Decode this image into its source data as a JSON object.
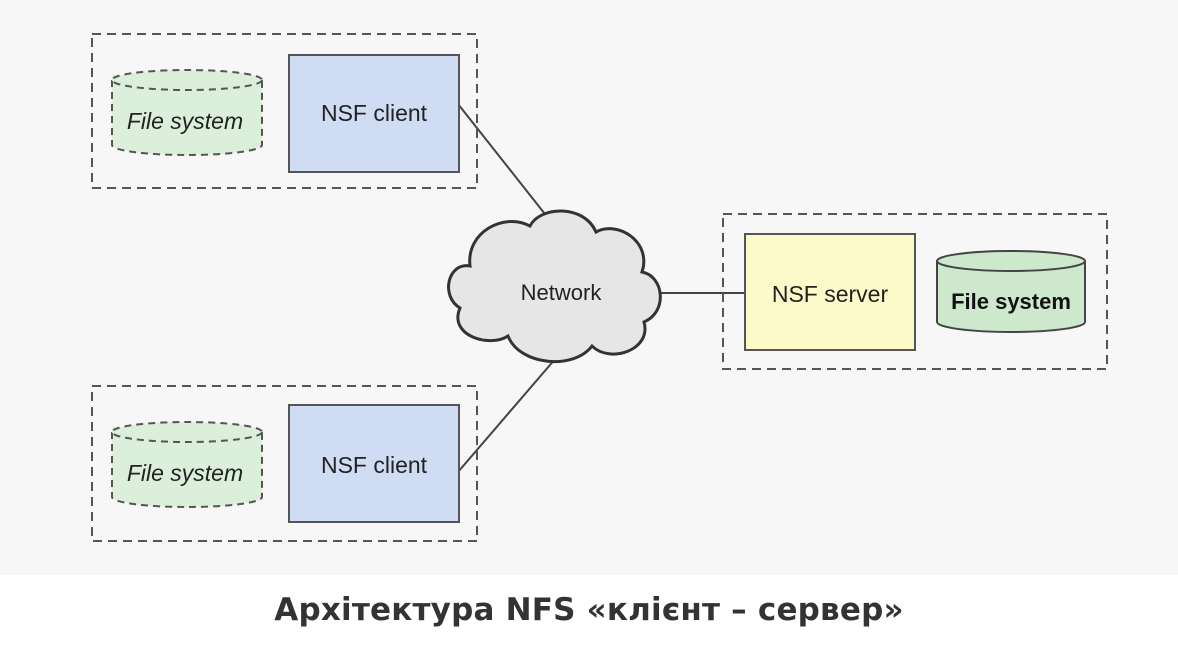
{
  "colors": {
    "panel_background": "#f7f7f7",
    "client_box_fill": "#d0dcf4",
    "server_box_fill": "#fbfac8",
    "client_fs_fill": "#dcefdb",
    "server_fs_fill": "#cde8cd",
    "cloud_fill": "#e6e6e6",
    "stroke": "#444444",
    "caption_text": "#333333"
  },
  "clients": [
    {
      "box_label": "NSF client",
      "filesystem_label": "File system"
    },
    {
      "box_label": "NSF client",
      "filesystem_label": "File system"
    }
  ],
  "network": {
    "label": "Network"
  },
  "server": {
    "box_label": "NSF server",
    "filesystem_label": "File system"
  },
  "caption": "Архітектура NFS «клієнт – сервер»"
}
